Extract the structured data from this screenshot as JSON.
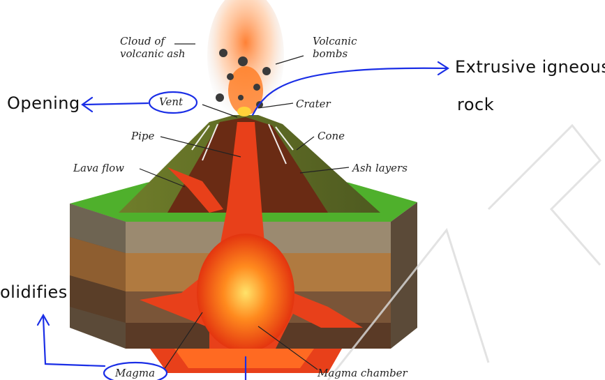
{
  "diagram": {
    "labels": {
      "cloud_of_volcanic_ash_line1": "Cloud of",
      "cloud_of_volcanic_ash_line2": "volcanic ash",
      "volcanic_bombs_line1": "Volcanic",
      "volcanic_bombs_line2": "bombs",
      "vent": "Vent",
      "crater": "Crater",
      "pipe": "Pipe",
      "cone": "Cone",
      "lava_flow": "Lava flow",
      "ash_layers": "Ash layers",
      "magma": "Magma",
      "magma_chamber": "Magma chamber"
    },
    "annotations": {
      "opening": "Opening",
      "extrusive_line1": "Extrusive igneous",
      "extrusive_line2": "rock",
      "solidifies": "olidifies"
    }
  },
  "colors": {
    "annotation_blue": "#1a2ee6",
    "lava": "#e83a12",
    "grass": "#4db02a",
    "cone": "#6b4a2a"
  }
}
